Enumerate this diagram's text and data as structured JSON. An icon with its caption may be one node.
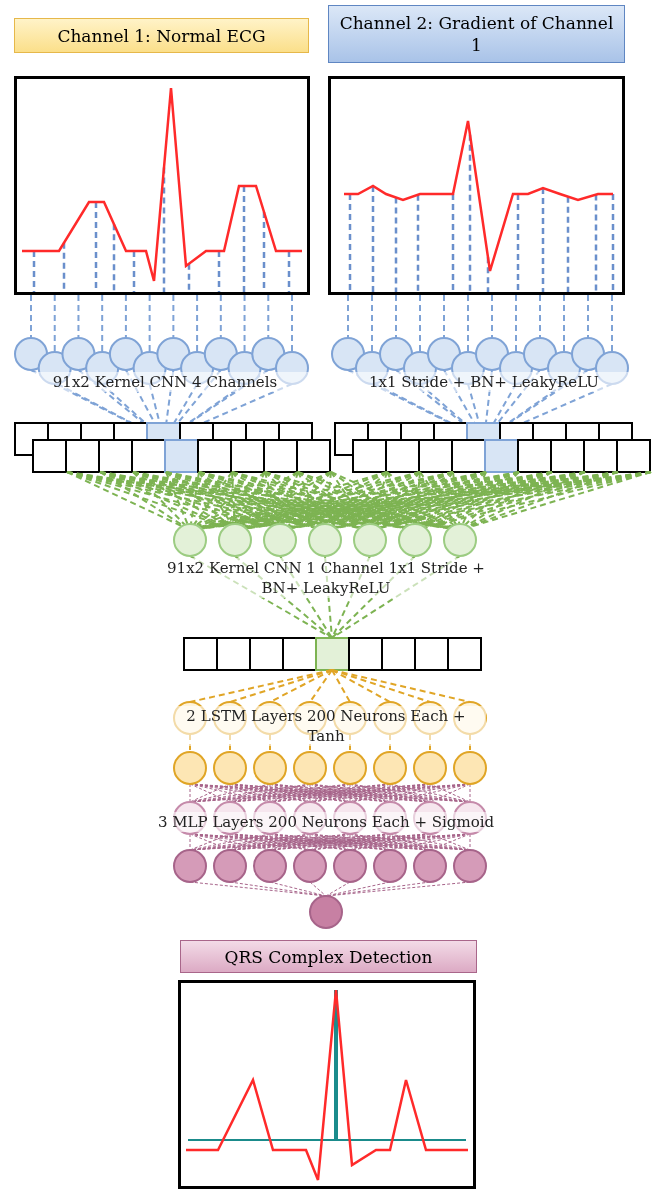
{
  "diagram": {
    "nodes": [
      {
        "text": [
          "Channel 1: Normal ECG"
        ]
      },
      {
        "text": [
          "Channel 2: Gradient of Channel 1"
        ]
      },
      {
        "text": [],
        "shape": "picture"
      },
      {
        "text": [],
        "shape": "picture"
      },
      {
        "text": [
          "QRS Complex Detection"
        ]
      },
      {
        "text": [],
        "shape": "picture"
      }
    ],
    "edges": [],
    "labels": [
      "91x2 Kernel CNN 4 Channels",
      "1x1 Stride + BN+ LeakyReLU",
      "91x2 Kernel CNN 1 Channel 1x1 Stride + BN+ LeakyReLU",
      "2 LSTM Layers 200 Neurons Each + Tanh",
      "3 MLP Layers 200 Neurons Each + Sigmoid"
    ]
  }
}
